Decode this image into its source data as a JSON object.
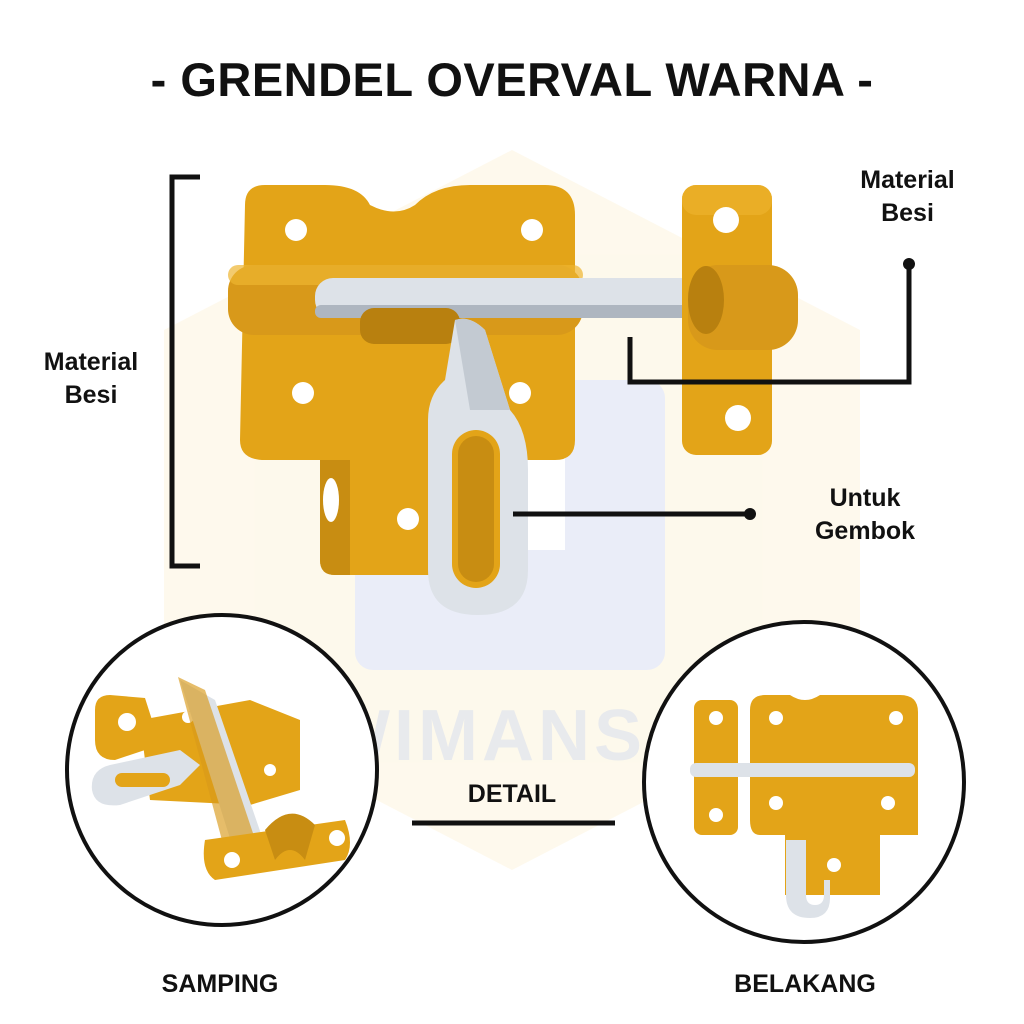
{
  "title": "- GRENDEL OVERVAL WARNA -",
  "watermark": "WIMANSA",
  "colors": {
    "latch_gold": "#E3A418",
    "latch_shadow": "#B8800F",
    "bolt_silver": "#DDE2E8",
    "bolt_shadow": "#9EA6B0",
    "text": "#111111"
  },
  "annotations": {
    "left_material": {
      "line1": "Material",
      "line2": "Besi"
    },
    "right_material": {
      "line1": "Material",
      "line2": "Besi"
    },
    "padlock": {
      "line1": "Untuk",
      "line2": "Gembok"
    }
  },
  "detail": {
    "label": "DETAIL",
    "side_caption": "SAMPING",
    "back_caption": "BELAKANG"
  }
}
